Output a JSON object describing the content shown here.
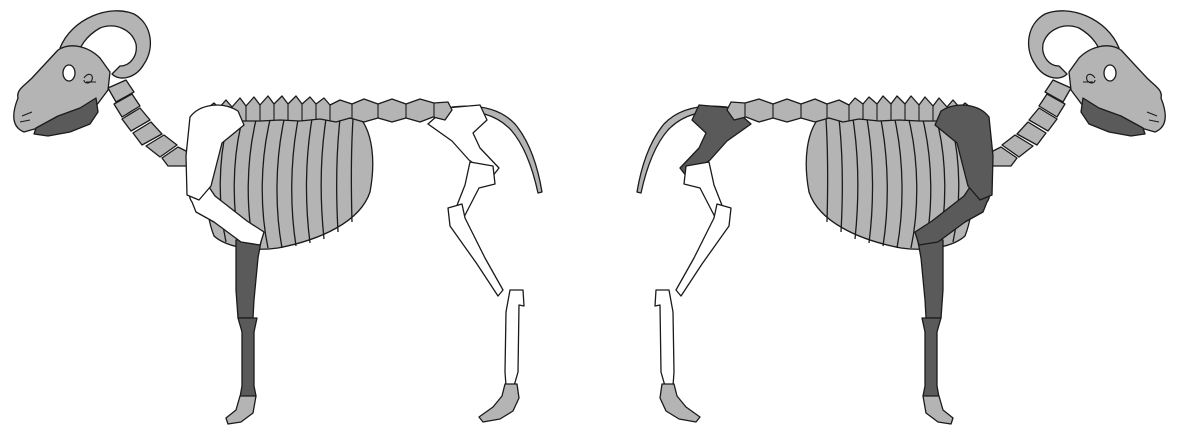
{
  "figure": {
    "palette": {
      "unshaded": "#ffffff",
      "light_gray": "#b4b4b4",
      "dark_gray": "#5a5a5a",
      "outline": "#1a1a1a"
    },
    "skeletons": [
      {
        "id": "left",
        "facing": "left",
        "shading": {
          "horn": "light_gray",
          "skull": "light_gray",
          "mandible": "dark_gray",
          "cervical_vertebrae": "light_gray",
          "scapula": "unshaded",
          "humerus": "unshaded",
          "thoracic_lumbar_spine": "light_gray",
          "ribs": "light_gray",
          "radius_ulna": "dark_gray",
          "metacarpal": "dark_gray",
          "front_phalanges": "light_gray",
          "pelvis": "unshaded",
          "femur": "unshaded",
          "tibia": "unshaded",
          "metatarsal": "unshaded",
          "hind_phalanges": "light_gray",
          "tail": "light_gray"
        }
      },
      {
        "id": "right",
        "facing": "right",
        "shading": {
          "horn": "light_gray",
          "skull": "light_gray",
          "mandible": "dark_gray",
          "cervical_vertebrae": "light_gray",
          "scapula": "dark_gray",
          "humerus": "dark_gray",
          "thoracic_lumbar_spine": "light_gray",
          "ribs": "light_gray",
          "radius_ulna": "dark_gray",
          "metacarpal": "dark_gray",
          "front_phalanges": "light_gray",
          "pelvis": "dark_gray",
          "femur": "unshaded",
          "tibia": "unshaded",
          "metatarsal": "unshaded",
          "hind_phalanges": "light_gray",
          "tail": "light_gray"
        }
      }
    ]
  }
}
